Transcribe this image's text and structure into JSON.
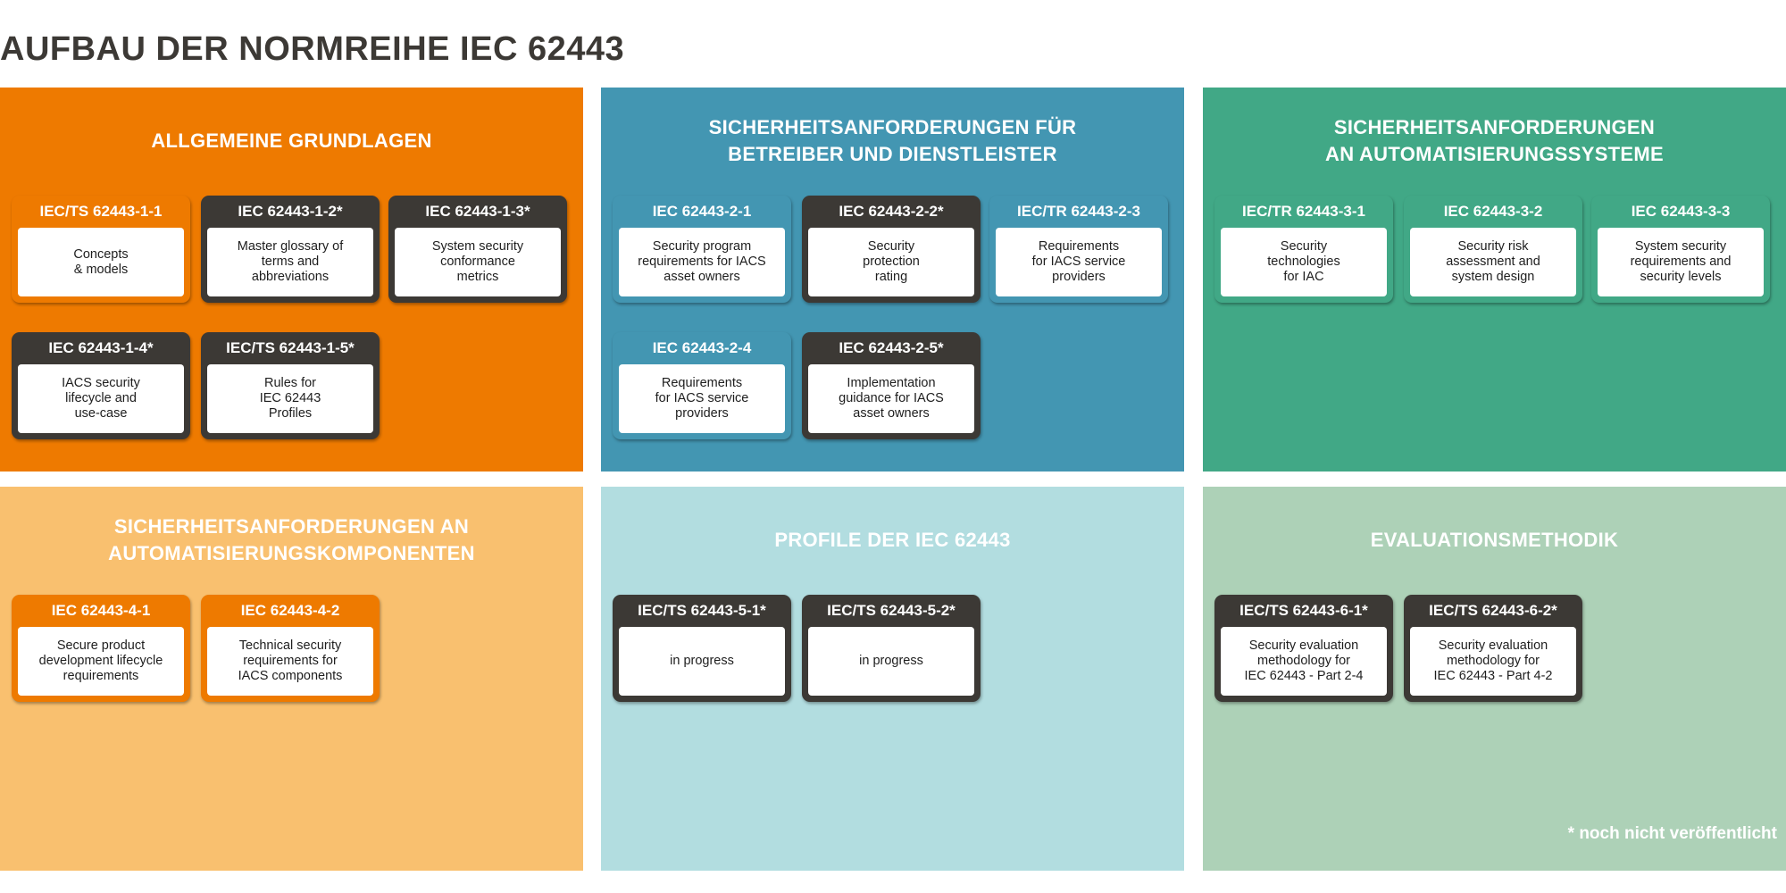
{
  "title": "AUFBAU DER NORMREIHE IEC 62443",
  "footnote": "* noch nicht veröffentlicht",
  "colors": {
    "orange": "#ee7a00",
    "blue": "#4396b2",
    "green": "#41a886",
    "light_orange": "#f9c06f",
    "light_blue": "#b2dde0",
    "light_green": "#add1b7",
    "dark": "#3c3935"
  },
  "panels": [
    {
      "id": "allgemeine-grundlagen",
      "title": "ALLGEMEINE GRUNDLAGEN",
      "bg": "#ee7a00",
      "cards": [
        {
          "code": "IEC/TS 62443-1-1",
          "text": "Concepts\n& models",
          "color": "#ee7a00"
        },
        {
          "code": "IEC 62443-1-2*",
          "text": "Master glossary of\nterms and\nabbreviations",
          "color": "#3c3935"
        },
        {
          "code": "IEC 62443-1-3*",
          "text": "System security\nconformance\nmetrics",
          "color": "#3c3935"
        },
        {
          "code": "IEC 62443-1-4*",
          "text": "IACS security\nlifecycle and\nuse-case",
          "color": "#3c3935"
        },
        {
          "code": "IEC/TS 62443-1-5*",
          "text": "Rules for\nIEC 62443\nProfiles",
          "color": "#3c3935"
        }
      ]
    },
    {
      "id": "betreiber-dienstleister",
      "title": "SICHERHEITSANFORDERUNGEN FÜR\nBETREIBER UND DIENSTLEISTER",
      "bg": "#4396b2",
      "cards": [
        {
          "code": "IEC 62443-2-1",
          "text": "Security program\nrequirements for IACS\nasset owners",
          "color": "#4396b2"
        },
        {
          "code": "IEC 62443-2-2*",
          "text": "Security\nprotection\nrating",
          "color": "#3c3935"
        },
        {
          "code": "IEC/TR 62443-2-3",
          "text": "Requirements\nfor IACS service\nproviders",
          "color": "#4396b2"
        },
        {
          "code": "IEC 62443-2-4",
          "text": "Requirements\nfor IACS service\nproviders",
          "color": "#4396b2"
        },
        {
          "code": "IEC 62443-2-5*",
          "text": "Implementation\nguidance for IACS\nasset owners",
          "color": "#3c3935"
        }
      ]
    },
    {
      "id": "automatisierungssysteme",
      "title": "SICHERHEITSANFORDERUNGEN\nAN AUTOMATISIERUNGSSYSTEME",
      "bg": "#41a886",
      "cards": [
        {
          "code": "IEC/TR 62443-3-1",
          "text": "Security\ntechnologies\nfor IAC",
          "color": "#41a886"
        },
        {
          "code": "IEC 62443-3-2",
          "text": "Security risk\nassessment and\nsystem design",
          "color": "#41a886"
        },
        {
          "code": "IEC 62443-3-3",
          "text": "System security\nrequirements and\nsecurity levels",
          "color": "#41a886"
        }
      ]
    },
    {
      "id": "automatisierungskomponenten",
      "title": "SICHERHEITSANFORDERUNGEN AN\nAUTOMATISIERUNGSKOMPONENTEN",
      "bg": "#f9c06f",
      "cards": [
        {
          "code": "IEC 62443-4-1",
          "text": "Secure product\ndevelopment lifecycle\nrequirements",
          "color": "#ee7a00"
        },
        {
          "code": "IEC 62443-4-2",
          "text": "Technical security\nrequirements for\nIACS components",
          "color": "#ee7a00"
        }
      ]
    },
    {
      "id": "profile",
      "title": "PROFILE DER IEC 62443",
      "bg": "#b2dde0",
      "cards": [
        {
          "code": "IEC/TS 62443-5-1*",
          "text": "in progress",
          "color": "#3c3935"
        },
        {
          "code": "IEC/TS 62443-5-2*",
          "text": "in progress",
          "color": "#3c3935"
        }
      ]
    },
    {
      "id": "evaluationsmethodik",
      "title": "EVALUATIONSMETHODIK",
      "bg": "#add1b7",
      "cards": [
        {
          "code": "IEC/TS 62443-6-1*",
          "text": "Security evaluation\nmethodology for\nIEC 62443 - Part 2-4",
          "color": "#3c3935"
        },
        {
          "code": "IEC/TS 62443-6-2*",
          "text": "Security evaluation\nmethodology for\nIEC 62443 - Part 4-2",
          "color": "#3c3935"
        }
      ]
    }
  ]
}
